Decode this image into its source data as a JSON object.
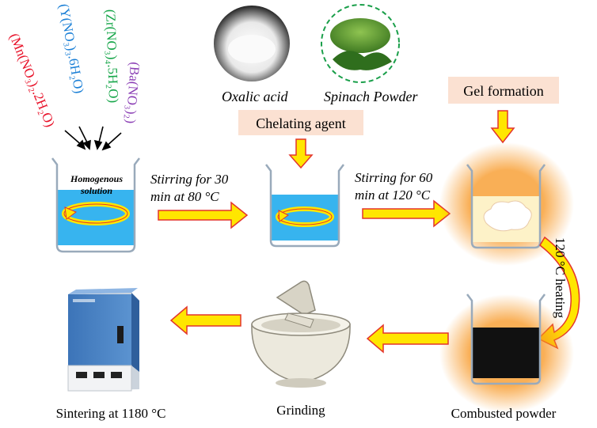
{
  "reagents": [
    {
      "text": "(Mn(NO₃)₂.2H₂O)",
      "color": "#e8132a"
    },
    {
      "text": "(Y(NO₃)₃.6H₂O)",
      "color": "#1a7fd6"
    },
    {
      "text": "(Zr(NO₃)₄.5H₂O)",
      "color": "#17a64a"
    },
    {
      "text": "(Ba(NO₃)₂)",
      "color": "#8b3fb5"
    }
  ],
  "beaker1_label_line1": "Homogenous",
  "beaker1_label_line2": "solution",
  "stir1_line1": "Stirring for 30",
  "stir1_line2": "min at  80 °C",
  "oxalic_label": "Oxalic acid",
  "spinach_label": "Spinach Powder",
  "chelating_label": "Chelating agent",
  "stir2_line1": "Stirring for 60",
  "stir2_line2": "min at 120 °C",
  "gel_label": "Gel formation",
  "heating_label": "120 °C heating",
  "sintering_label": "Sintering at 1180 °C",
  "grinding_label": "Grinding",
  "combusted_label": "Combusted powder",
  "colors": {
    "liquid": "#37b4ef",
    "arrow_fill": "#ffe600",
    "arrow_stroke": "#e3342c",
    "label_box": "#fbe1d2",
    "glow": "#f7941d",
    "furnace": "#4b84c4"
  }
}
